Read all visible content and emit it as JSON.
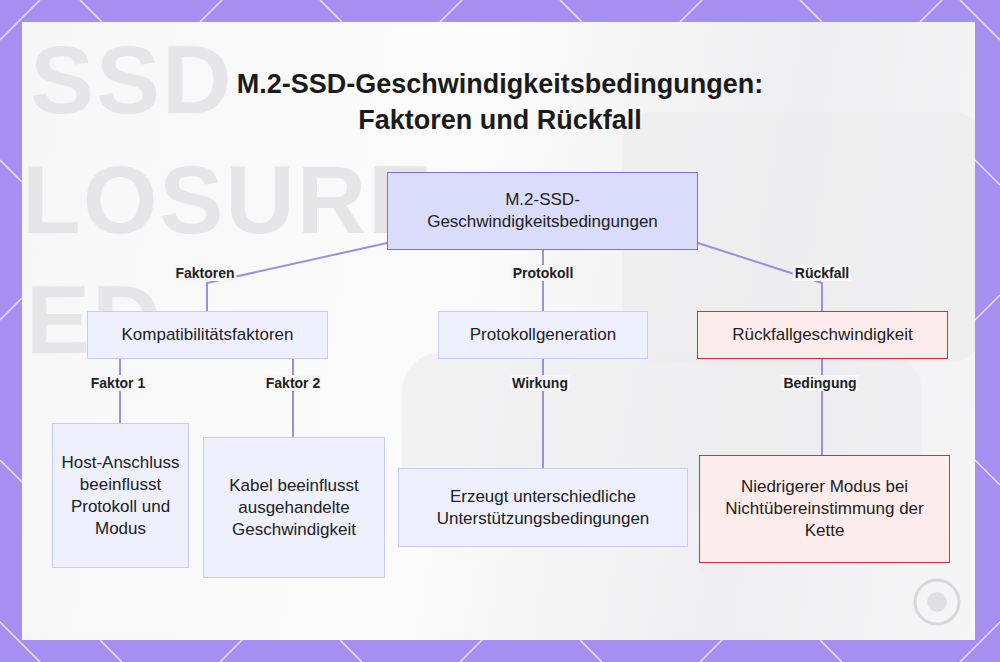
{
  "diagram": {
    "title": "M.2-SSD-Geschwindigkeitsbedingungen: Faktoren und Rückfall",
    "nodes": [
      {
        "text": [
          "M.2-SSD-Geschwindigkeitsbedingungen"
        ]
      },
      {
        "text": [
          "Kompatibilitätsfaktoren"
        ]
      },
      {
        "text": [
          "Protokollgeneration"
        ]
      },
      {
        "text": [
          "Rückfallgeschwindigkeit"
        ]
      },
      {
        "text": [
          "Host-Anschluss beeinflusst Protokoll und Modus"
        ]
      },
      {
        "text": [
          "Kabel beeinflusst ausgehandelte Geschwindigkeit"
        ]
      },
      {
        "text": [
          "Erzeugt unterschiedliche Unterstützungsbedingungen"
        ]
      },
      {
        "text": [
          "Niedrigerer Modus bei Nichtübereinstimmung der Kette"
        ]
      }
    ],
    "edges": [
      {
        "from": 0,
        "to": 1,
        "label": "Faktoren",
        "arrow": "none"
      },
      {
        "from": 0,
        "to": 2,
        "label": "Protokoll",
        "arrow": "none"
      },
      {
        "from": 0,
        "to": 3,
        "label": "Rückfall",
        "arrow": "none"
      },
      {
        "from": 1,
        "to": 4,
        "label": "Faktor 1",
        "arrow": "none"
      },
      {
        "from": 1,
        "to": 5,
        "label": "Faktor 2",
        "arrow": "none"
      },
      {
        "from": 2,
        "to": 6,
        "label": "Wirkung",
        "arrow": "none"
      },
      {
        "from": 3,
        "to": 7,
        "label": "Bedingung",
        "arrow": "none"
      }
    ],
    "labels": [
      "SSD",
      "LOSURE",
      "ED"
    ]
  }
}
